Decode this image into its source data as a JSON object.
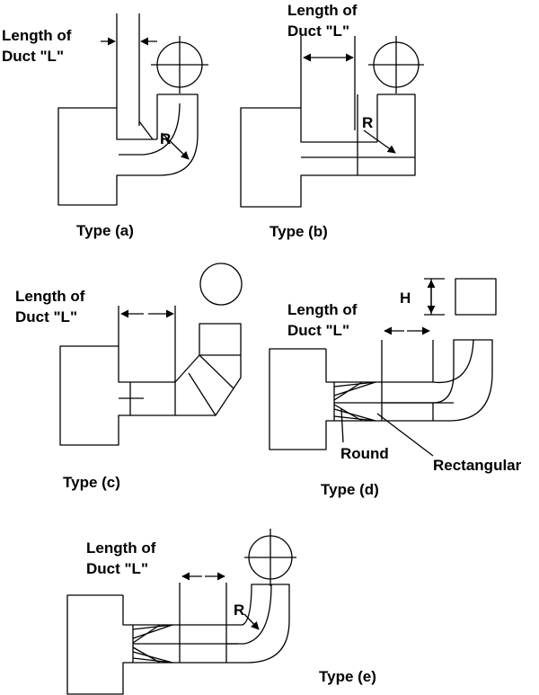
{
  "panels": {
    "a": {
      "length_line1": "Length of",
      "length_line2": "Duct \"L\"",
      "radius_label": "R",
      "caption": "Type (a)"
    },
    "b": {
      "length_line1": "Length of",
      "length_line2": "Duct \"L\"",
      "radius_label": "R",
      "caption": "Type (b)"
    },
    "c": {
      "length_line1": "Length of",
      "length_line2": "Duct \"L\"",
      "caption": "Type (c)"
    },
    "d": {
      "length_line1": "Length of",
      "length_line2": "Duct \"L\"",
      "height_label": "H",
      "round_label": "Round",
      "rectangular_label": "Rectangular",
      "caption": "Type (d)"
    },
    "e": {
      "length_line1": "Length of",
      "length_line2": "Duct \"L\"",
      "radius_label": "R",
      "caption": "Type (e)"
    }
  }
}
